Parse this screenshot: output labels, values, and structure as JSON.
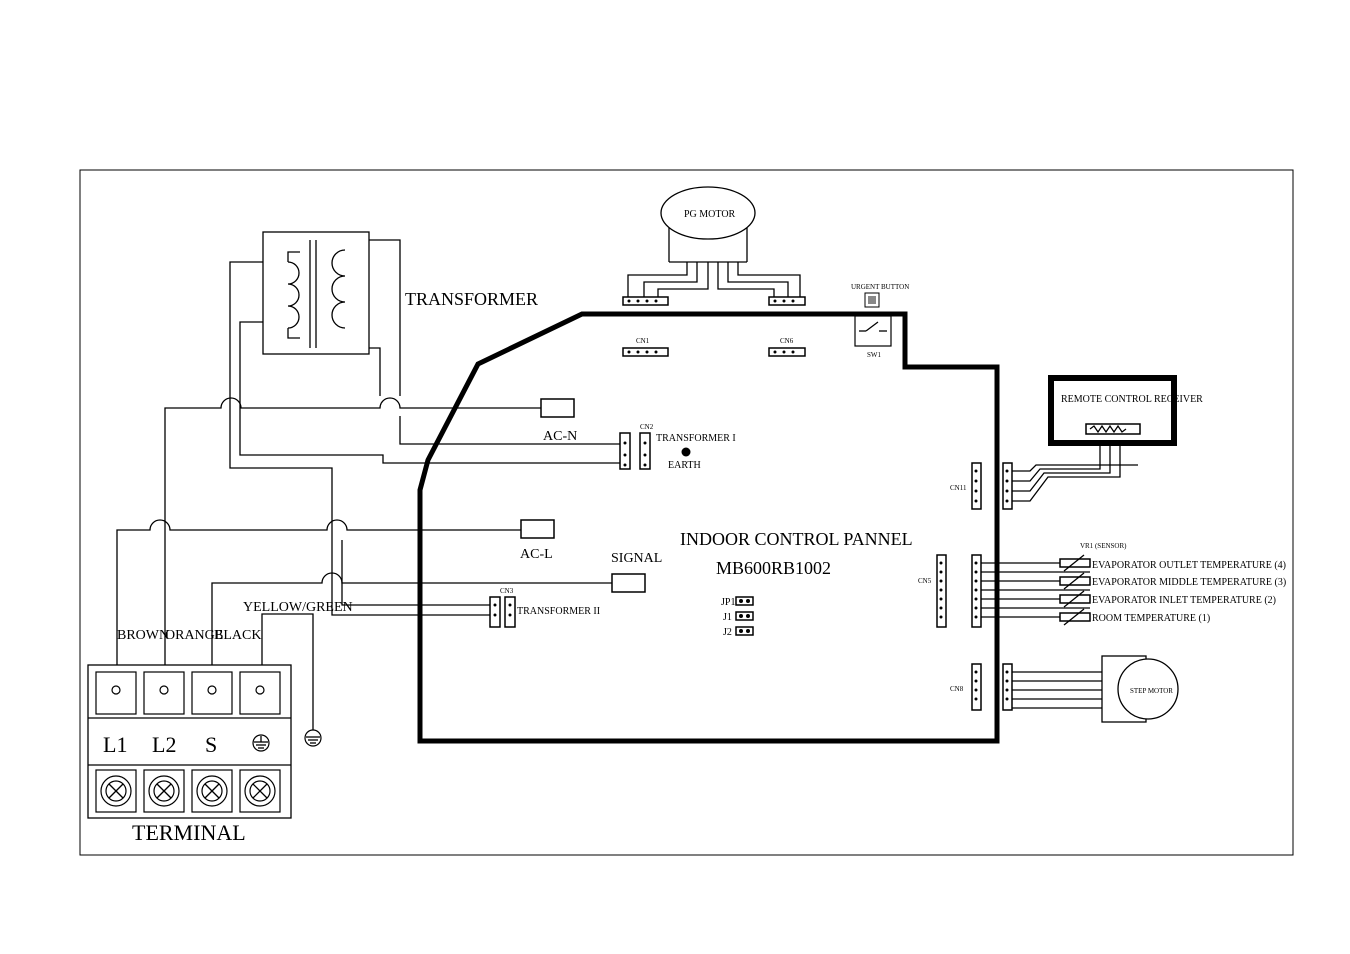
{
  "labels": {
    "transformer": "TRANSFORMER",
    "pg_motor": "PG MOTOR",
    "urgent_button": "URGENT BUTTON",
    "sw1": "SW1",
    "cn1": "CN1",
    "cn6": "CN6",
    "cn2": "CN2",
    "cn3": "CN3",
    "cn5": "CN5",
    "cn8": "CN8",
    "cn11": "CN11",
    "transformer_1": "TRANSFORMER I",
    "transformer_2": "TRANSFORMER II",
    "earth": "EARTH",
    "ac_n": "AC-N",
    "ac_l": "AC-L",
    "signal": "SIGNAL",
    "panel_title": "INDOOR CONTROL PANNEL",
    "panel_model": "MB600RB1002",
    "jp1": "JP1",
    "j1": "J1",
    "j2": "J2",
    "remote_receiver": "REMOTE CONTROL RECEIVER",
    "step_motor": "STEP MOTOR",
    "sensor_tag": "VR1 (SENSOR)",
    "sensor_4": "EVAPORATOR OUTLET TEMPERATURE (4)",
    "sensor_3": "EVAPORATOR MIDDLE TEMPERATURE (3)",
    "sensor_2": "EVAPORATOR INLET TEMPERATURE (2)",
    "sensor_1": "ROOM TEMPERATURE (1)",
    "brown": "BROWN",
    "orange": "ORANGE",
    "black": "BLACK",
    "yellow_green": "YELLOW/GREEN",
    "terminal": "TERMINAL",
    "t_l1": "L1",
    "t_l2": "L2",
    "t_s": "S"
  }
}
